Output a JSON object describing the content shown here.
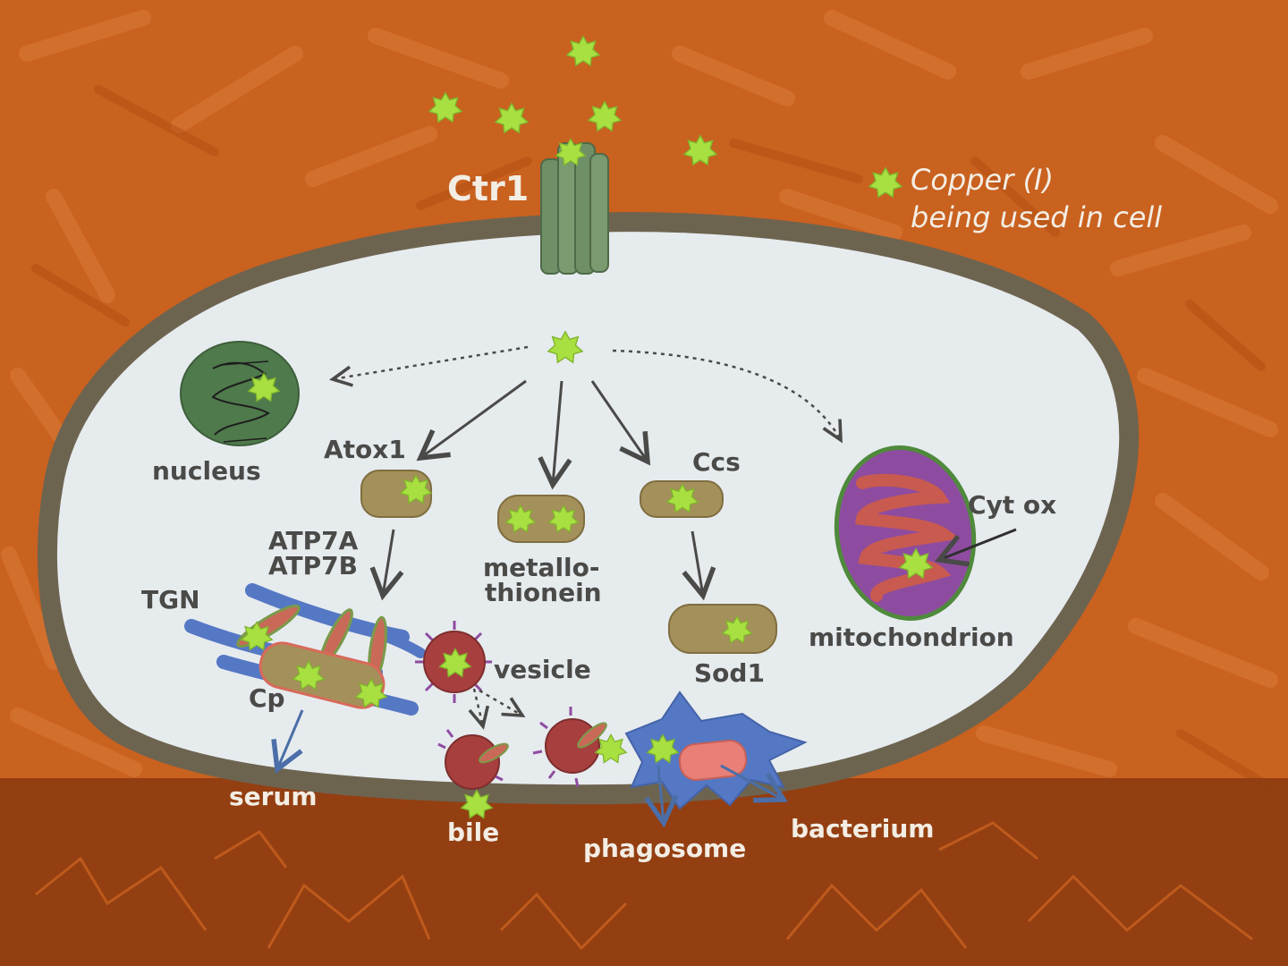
{
  "colors": {
    "background": "#c9611f",
    "background_dark": "#8a3a10",
    "cell_fill": "#e6ebee",
    "membrane": "#6d6450",
    "copper_fill": "#a9e041",
    "organelle_tan": "#a4905a",
    "nucleus": "#4f7a4c",
    "mitochondrion": "#8e4ca0",
    "tgn_blue": "#5578c4",
    "vesicle": "#a83f3f",
    "bacterium": "#e88078",
    "transporter": "#6f8f66"
  },
  "labels": {
    "ctr1": "Ctr1",
    "legend_line1": "Copper (I)",
    "legend_line2": "being used in cell",
    "nucleus": "nucleus",
    "atox1": "Atox1",
    "atp7a": "ATP7A",
    "atp7b": "ATP7B",
    "tgn": "TGN",
    "cp": "Cp",
    "metallo_line1": "metallo-",
    "metallo_line2": "thionein",
    "ccs": "Ccs",
    "sod1": "Sod1",
    "cyt_ox": "Cyt ox",
    "mitochondrion": "mitochondrion",
    "vesicle": "vesicle",
    "serum": "serum",
    "bile": "bile",
    "phagosome": "phagosome",
    "bacterium": "bacterium"
  },
  "icons": {
    "copper": "copper-ion-icon",
    "legend": "copper-legend-icon"
  }
}
